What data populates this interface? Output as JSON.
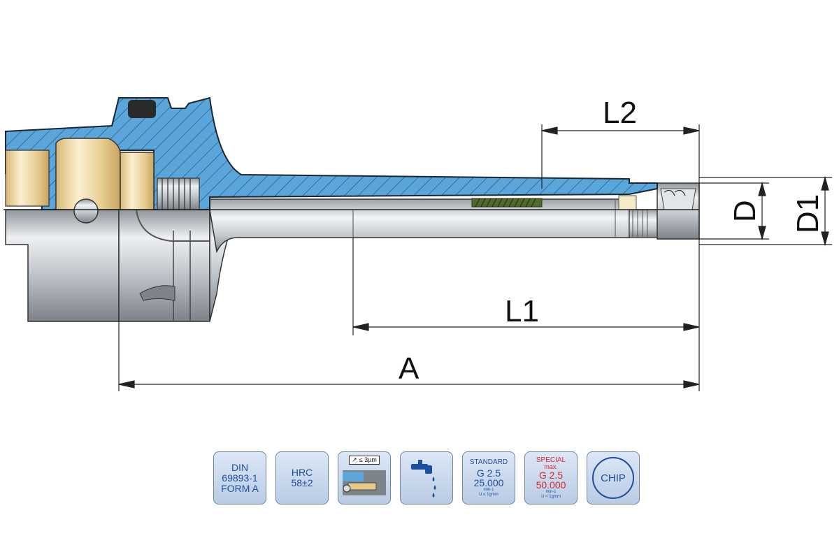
{
  "dimensions": {
    "L2": "L2",
    "L1": "L1",
    "A": "A",
    "D": "D",
    "D1": "D1"
  },
  "badges": {
    "din": {
      "line1": "DIN",
      "line2": "69893-1",
      "line3": "FORM A"
    },
    "hrc": {
      "line1": "HRC",
      "line2": "58±2"
    },
    "runout": {
      "value": "≤ 3µm"
    },
    "coolant": {
      "icon": "coolant-tap-icon"
    },
    "standard": {
      "label": "STANDARD",
      "grade": "G 2.5",
      "speed": "25.000",
      "unit": "min-1",
      "note": "U ≤ 1gmm"
    },
    "special": {
      "label": "SPECIAL",
      "max": "max.",
      "grade": "G 2.5",
      "speed": "50.000",
      "unit": "min-1",
      "note": "U < 1gmm"
    },
    "chip": {
      "label": "CHIP"
    }
  },
  "colors": {
    "section_blue": "#5aa6da",
    "brass": "#e6c98a",
    "steel": "#bcc1c6",
    "badge_text": "#1c4fa0",
    "special_red": "#d8262e"
  }
}
